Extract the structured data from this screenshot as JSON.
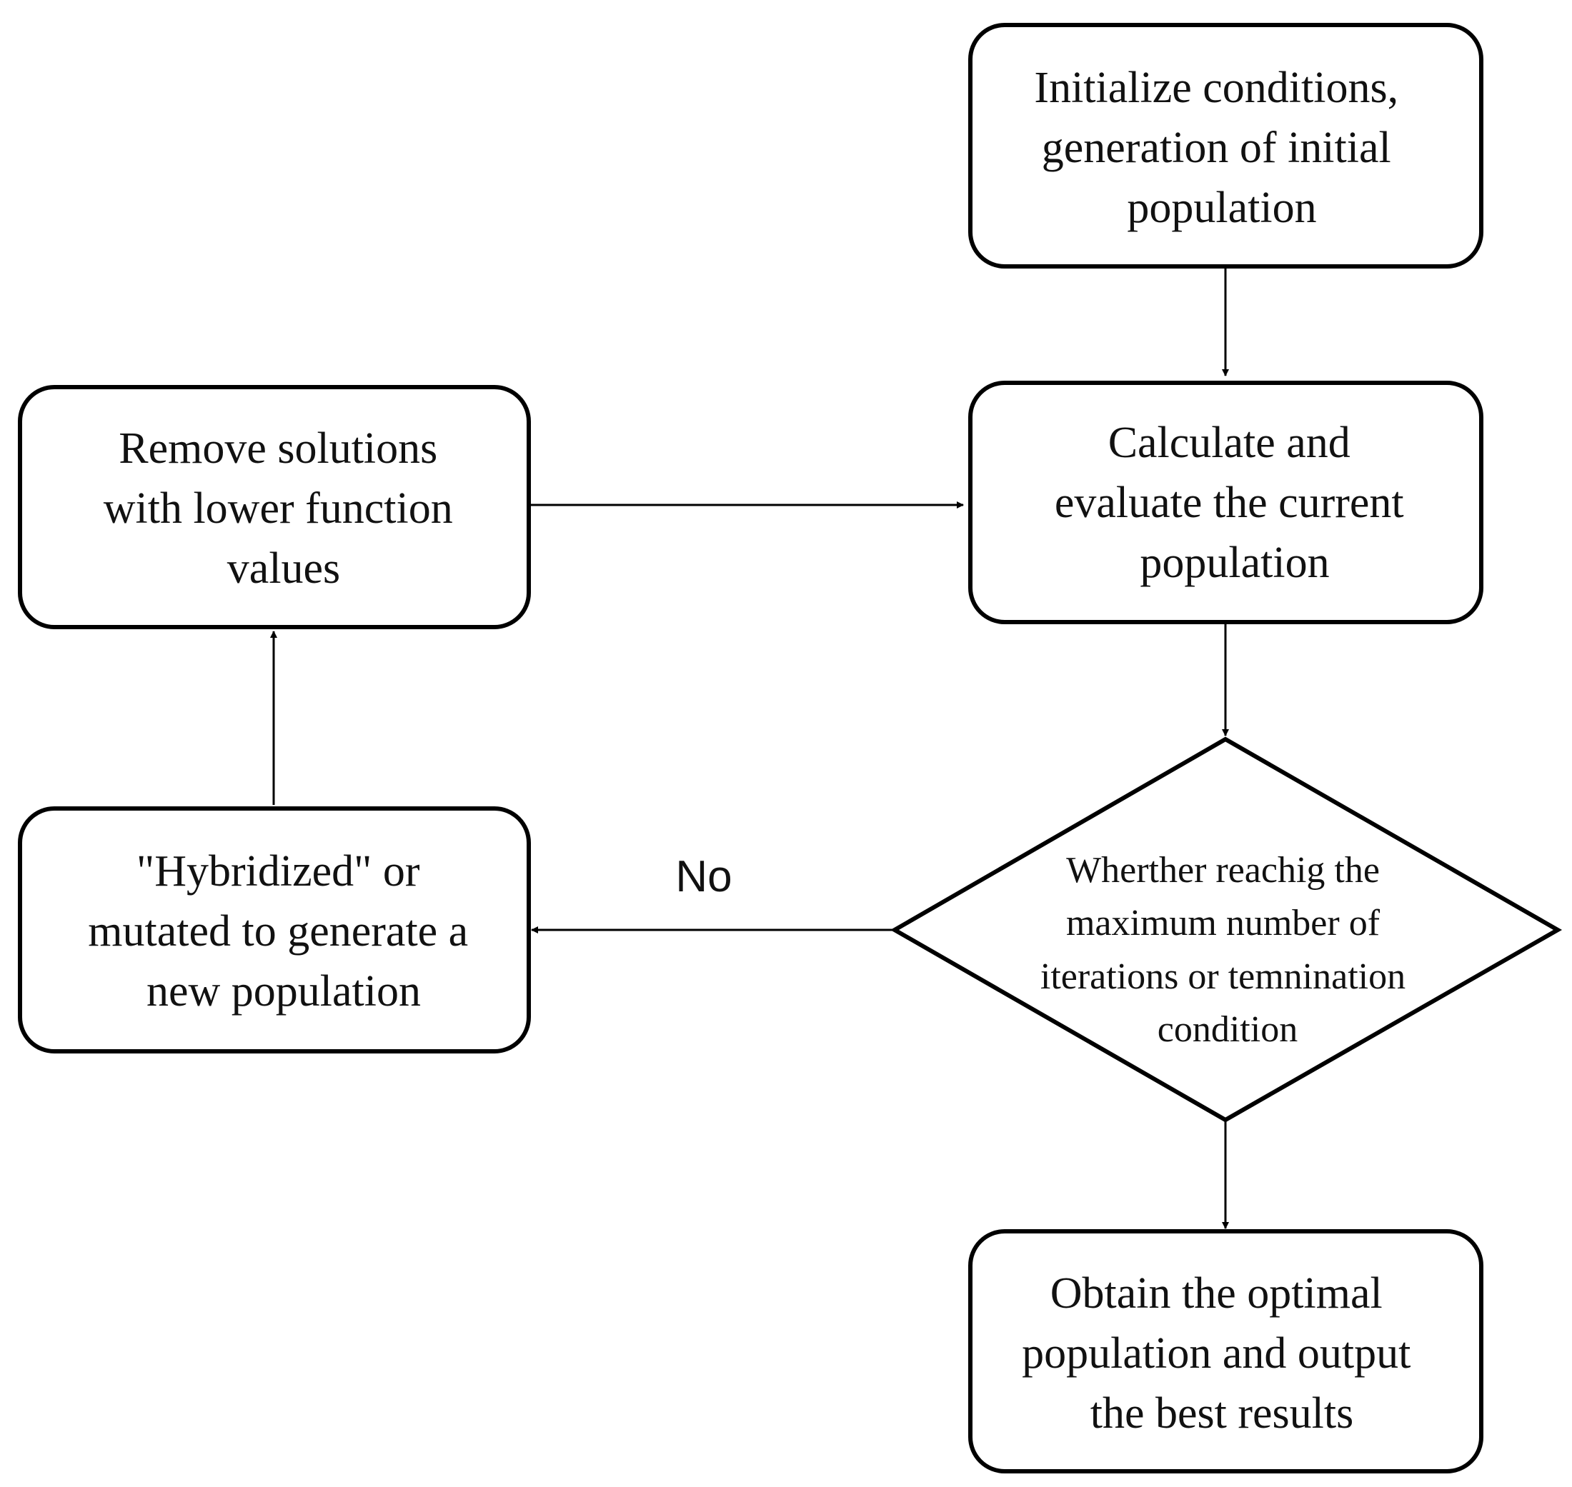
{
  "nodes": {
    "initialize": {
      "lines": [
        "Initialize conditions,",
        "generation of initial",
        "population"
      ]
    },
    "evaluate": {
      "lines": [
        "Calculate and",
        "evaluate the current",
        "population"
      ]
    },
    "remove": {
      "lines": [
        "Remove solutions",
        "with lower function",
        "values"
      ]
    },
    "hybridize": {
      "lines": [
        "\"Hybridized\" or",
        "mutated to generate a",
        "new population"
      ]
    },
    "decision": {
      "lines": [
        "Wherther reachig the",
        "maximum number of",
        "iterations or temnination",
        "condition"
      ]
    },
    "output": {
      "lines": [
        "Obtain the optimal",
        "population and output",
        "the best results"
      ]
    }
  },
  "edges": {
    "no_label": "No"
  }
}
